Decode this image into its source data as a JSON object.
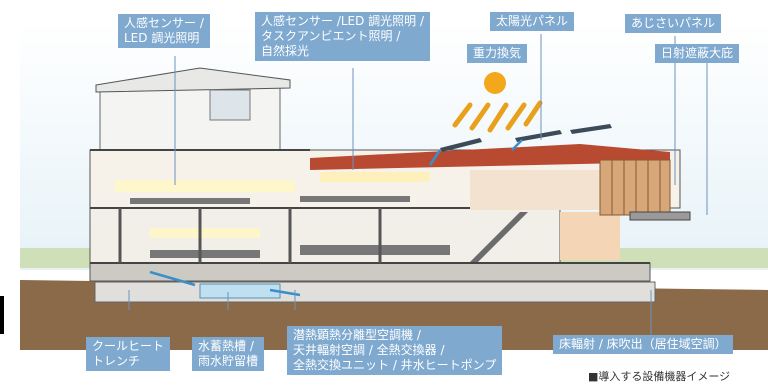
{
  "labels": {
    "sensor_led_left": [
      "人感センサー /",
      "LED 調光照明"
    ],
    "sensor_led_center": [
      "人感センサー /LED 調光照明 /",
      "タスクアンビエント照明 /",
      "自然採光"
    ],
    "solar_panel": [
      "太陽光パネル"
    ],
    "ajisai_panel": [
      "あじさいパネル"
    ],
    "gravity_ventilation": [
      "重力換気"
    ],
    "sun_shade_eaves": [
      "日射遮蔽大庇"
    ],
    "cool_heat_trench": [
      "クールヒート",
      "トレンチ"
    ],
    "water_tanks": [
      "水蓄熱槽 /",
      "雨水貯留槽"
    ],
    "hvac_systems": [
      "潜熱顕熱分離型空調機 /",
      "天井輻射空調 / 全熱交換器 /",
      "全熱交換ユニット / 井水ヒートポンプ"
    ],
    "floor_radiant": [
      "床輻射 / 床吹出（居住域空調）"
    ]
  },
  "caption": "■導入する設備機器イメージ",
  "colors": {
    "label_bg": "#7fa9cf",
    "roof_red": "#b84a32",
    "sky": "#eef6fb",
    "ground": "#8a6a48"
  }
}
